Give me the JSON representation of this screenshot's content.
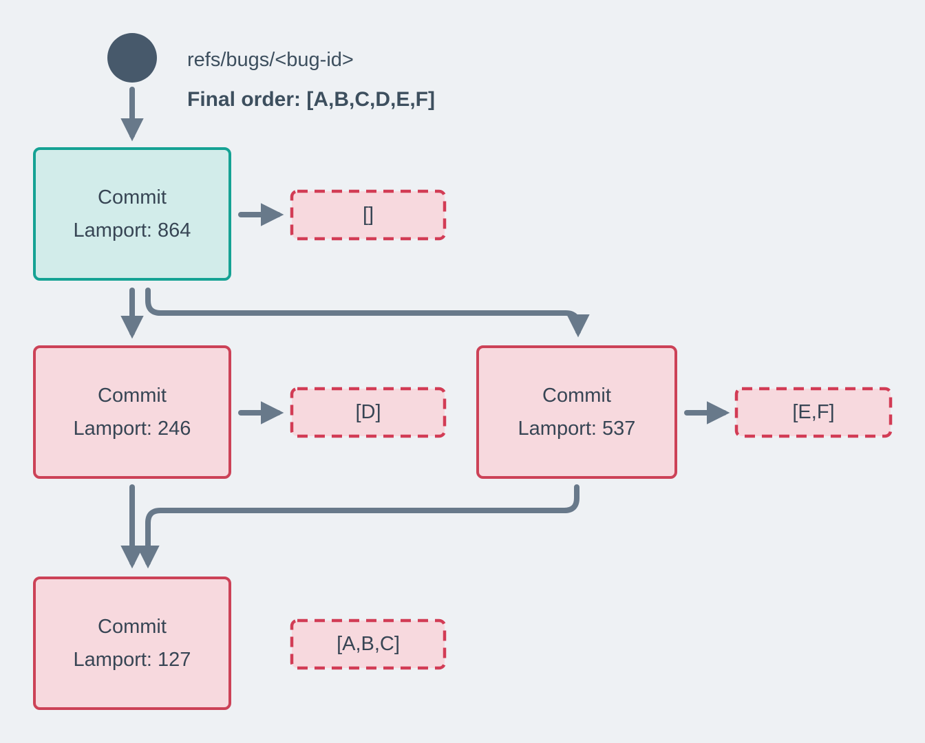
{
  "header": {
    "ref_label": "refs/bugs/<bug-id>",
    "final_order": "Final order: [A,B,C,D,E,F]"
  },
  "nodes": [
    {
      "id": "commit-864",
      "title": "Commit",
      "lamport_label": "Lamport: 864",
      "kind": "head",
      "result": "[]"
    },
    {
      "id": "commit-246",
      "title": "Commit",
      "lamport_label": "Lamport: 246",
      "kind": "regular",
      "result": "[D]"
    },
    {
      "id": "commit-537",
      "title": "Commit",
      "lamport_label": "Lamport: 537",
      "kind": "regular",
      "result": "[E,F]"
    },
    {
      "id": "commit-127",
      "title": "Commit",
      "lamport_label": "Lamport: 127",
      "kind": "regular",
      "result": "[A,B,C]"
    }
  ],
  "edges": [
    {
      "from": "ref-head",
      "to": "commit-864"
    },
    {
      "from": "commit-864",
      "to": "result-[]"
    },
    {
      "from": "commit-864",
      "to": "commit-246"
    },
    {
      "from": "commit-864",
      "to": "commit-537"
    },
    {
      "from": "commit-246",
      "to": "result-[D]"
    },
    {
      "from": "commit-537",
      "to": "result-[E,F]"
    },
    {
      "from": "commit-246",
      "to": "commit-127"
    },
    {
      "from": "commit-537",
      "to": "commit-127"
    },
    {
      "from": "commit-127",
      "to": "result-[A,B,C]"
    }
  ],
  "colors": {
    "background": "#eef1f4",
    "arrow": "#68798a",
    "node_text": "#374554",
    "head_circle": "#47596b",
    "teal_border": "#15a294",
    "teal_fill": "#d2ecea",
    "red_border": "#cc4257",
    "red_fill": "#f7d9de",
    "dashed_border": "#d23c55"
  }
}
